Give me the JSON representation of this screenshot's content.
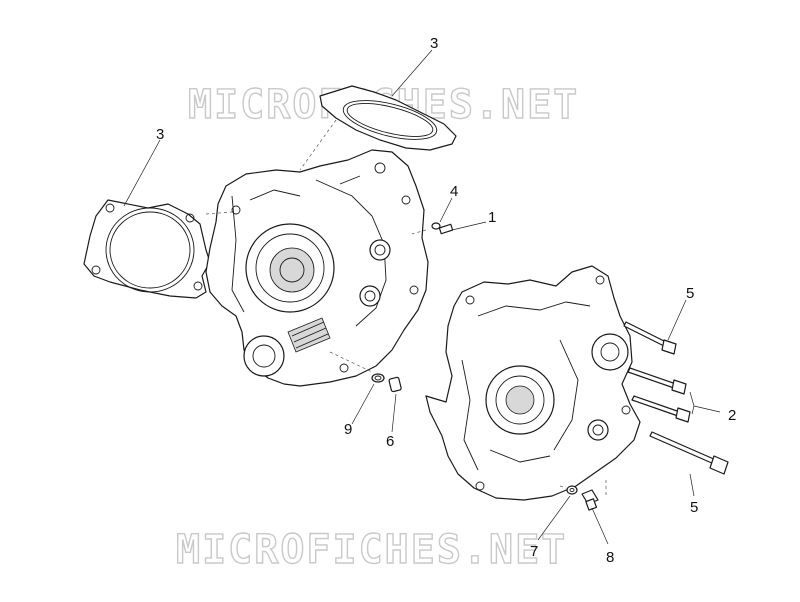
{
  "watermark": {
    "text": "MICROFICHES.NET"
  },
  "callouts": [
    {
      "id": "3a",
      "label": "3"
    },
    {
      "id": "3b",
      "label": "3"
    },
    {
      "id": "4",
      "label": "4"
    },
    {
      "id": "1",
      "label": "1"
    },
    {
      "id": "5a",
      "label": "5"
    },
    {
      "id": "2",
      "label": "2"
    },
    {
      "id": "5b",
      "label": "5"
    },
    {
      "id": "9",
      "label": "9"
    },
    {
      "id": "6",
      "label": "6"
    },
    {
      "id": "7",
      "label": "7"
    },
    {
      "id": "8",
      "label": "8"
    }
  ]
}
